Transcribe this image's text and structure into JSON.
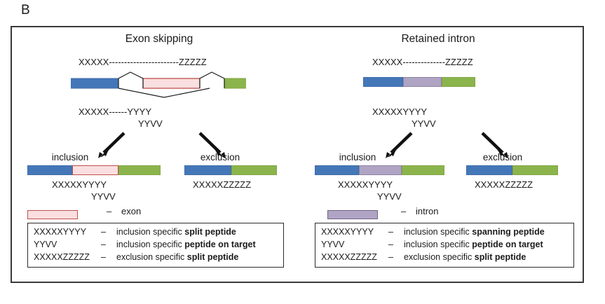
{
  "figure": {
    "panel_letter": "B",
    "panels": [
      {
        "id": "exon-skipping",
        "title": "Exon skipping",
        "top_sequence": "XXXXX-----------------------ZZZZZ",
        "bottom_sequence_1": "XXXXX------YYYY",
        "bottom_sequence_2": "YYVV",
        "branches": [
          {
            "id": "inclusion",
            "label": "inclusion",
            "sequence_1": "XXXXXYYYY",
            "sequence_2": "YYVV"
          },
          {
            "id": "exclusion",
            "label": "exclusion",
            "sequence_1": "XXXXXZZZZZ",
            "sequence_2": ""
          }
        ],
        "swatch": {
          "type": "exon",
          "dash": "–",
          "label": "exon",
          "color": "#fadfe0",
          "border_color": "#c0504d"
        },
        "legend_rows": [
          {
            "code": "XXXXXYYYY",
            "dash": "–",
            "desc_plain": "inclusion specific ",
            "desc_bold": "split peptide"
          },
          {
            "code": "YYVV",
            "dash": "–",
            "desc_plain": "inclusion specific ",
            "desc_bold": "peptide on target"
          },
          {
            "code": "XXXXXZZZZZ",
            "dash": "–",
            "desc_plain": "exclusion specific ",
            "desc_bold": "split peptide"
          }
        ]
      },
      {
        "id": "retained-intron",
        "title": "Retained intron",
        "top_sequence": "XXXXX--------------ZZZZZ",
        "bottom_sequence_1": "XXXXXYYYY",
        "bottom_sequence_2": "YYVV",
        "branches": [
          {
            "id": "inclusion",
            "label": "inclusion",
            "sequence_1": "XXXXXYYYY",
            "sequence_2": "YYVV"
          },
          {
            "id": "exclusion",
            "label": "exclusion",
            "sequence_1": "XXXXXZZZZZ",
            "sequence_2": ""
          }
        ],
        "swatch": {
          "type": "intron",
          "dash": "–",
          "label": "intron",
          "color": "#b0a4c4",
          "border_color": "#6f6684"
        },
        "legend_rows": [
          {
            "code": "XXXXXYYYY",
            "dash": "–",
            "desc_plain": "inclusion specific ",
            "desc_bold": "spanning peptide"
          },
          {
            "code": "YYVV",
            "dash": "–",
            "desc_plain": "inclusion specific ",
            "desc_bold": "peptide on target"
          },
          {
            "code": "XXXXXZZZZZ",
            "dash": "–",
            "desc_plain": "exclusion specific ",
            "desc_bold": "split peptide"
          }
        ]
      }
    ],
    "colors": {
      "exon_blue": "#4477b8",
      "exon_green": "#8cb44c",
      "intron_purple": "#b0a4c4",
      "skipped_exon_fill": "#fadfe0",
      "skipped_exon_border": "#c0504d",
      "frame": "#3a3a3a",
      "background": "#ffffff"
    }
  }
}
